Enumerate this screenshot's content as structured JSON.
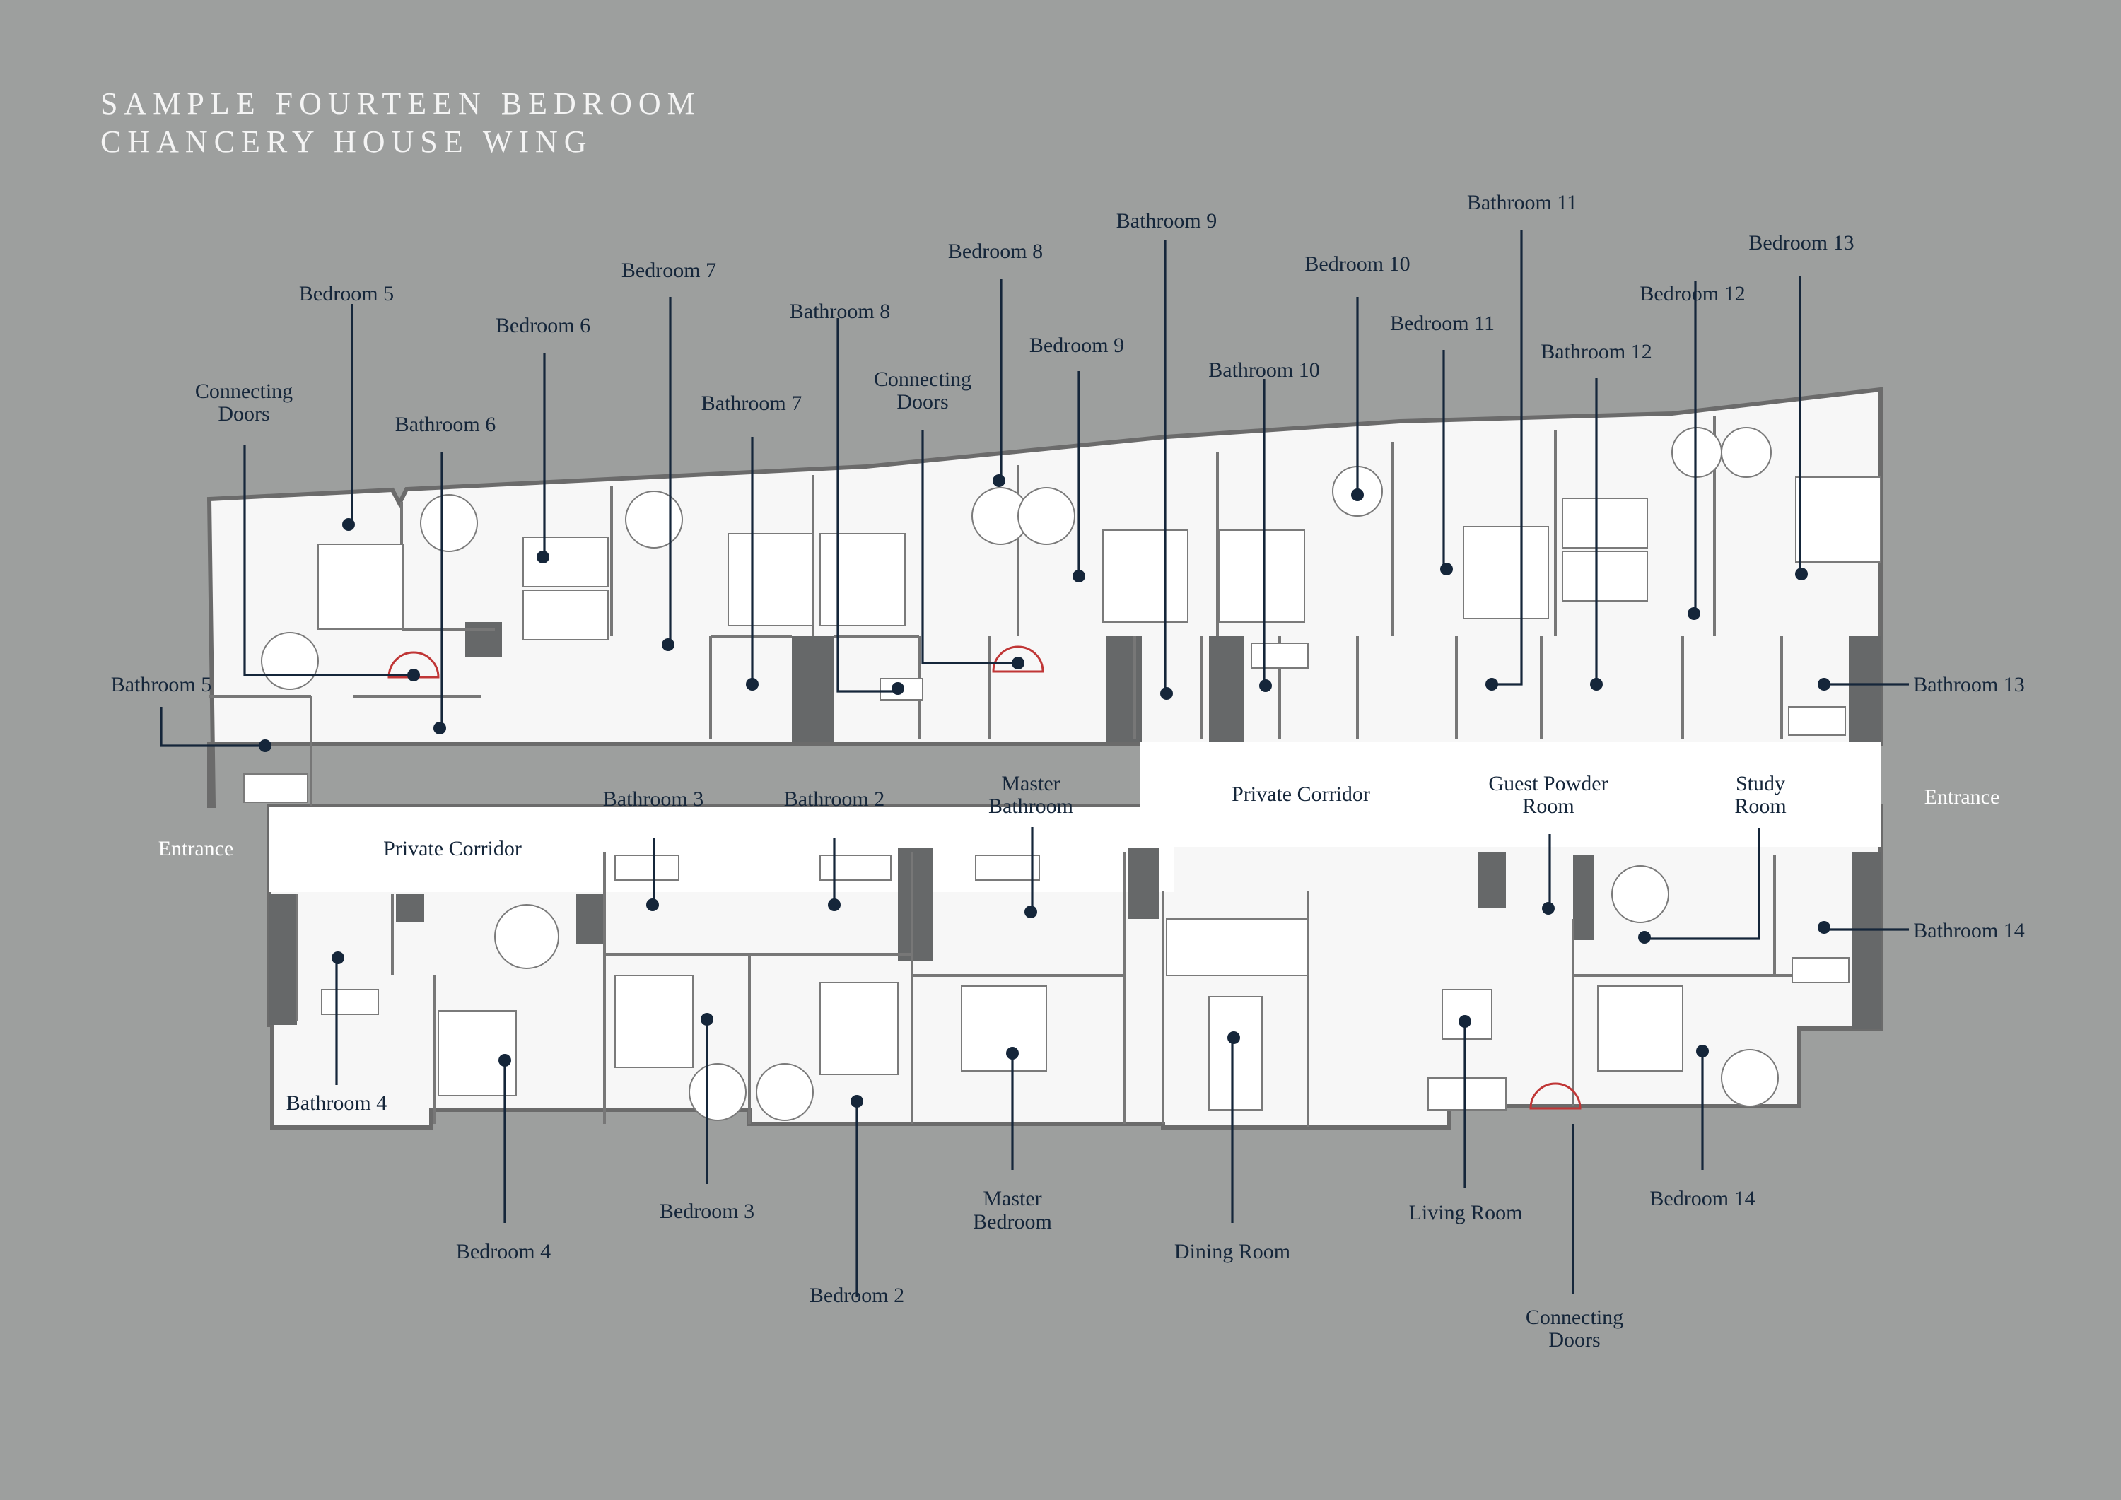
{
  "title": {
    "line1": "SAMPLE FOURTEEN BEDROOM",
    "line2": "CHANCERY HOUSE WING"
  },
  "labels": {
    "bedroom5": "Bedroom 5",
    "bedroom6": "Bedroom 6",
    "bedroom7": "Bedroom 7",
    "bathroom8": "Bathroom 8",
    "bedroom8": "Bedroom 8",
    "bathroom9": "Bathroom 9",
    "bedroom10": "Bedroom 10",
    "bathroom11": "Bathroom 11",
    "bedroom13": "Bedroom 13",
    "bedroom12": "Bedroom 12",
    "bedroom11": "Bedroom 11",
    "bathroom12": "Bathroom 12",
    "bathroom10": "Bathroom 10",
    "bedroom9": "Bedroom 9",
    "connecting_doors_1a": "Connecting",
    "connecting_doors_1b": "Doors",
    "connecting_doors_2a": "Connecting",
    "connecting_doors_2b": "Doors",
    "connecting_doors_3a": "Connecting",
    "connecting_doors_3b": "Doors",
    "bathroom6": "Bathroom 6",
    "bathroom7": "Bathroom 7",
    "bathroom5": "Bathroom 5",
    "bathroom13": "Bathroom 13",
    "entrance_left": "Entrance",
    "entrance_right": "Entrance",
    "private_corridor_left": "Private Corridor",
    "private_corridor_right": "Private Corridor",
    "bathroom3": "Bathroom 3",
    "bathroom2": "Bathroom 2",
    "master_bathroom_a": "Master",
    "master_bathroom_b": "Bathroom",
    "guest_powder_a": "Guest Powder",
    "guest_powder_b": "Room",
    "study_a": "Study",
    "study_b": "Room",
    "bathroom14": "Bathroom 14",
    "bathroom4": "Bathroom 4",
    "bedroom4": "Bedroom 4",
    "bedroom3": "Bedroom 3",
    "bedroom2": "Bedroom 2",
    "master_bedroom_a": "Master",
    "master_bedroom_b": "Bedroom",
    "dining_room": "Dining Room",
    "living_room": "Living Room",
    "bedroom14": "Bedroom 14"
  },
  "colors": {
    "background": "#9d9f9e",
    "label": "#15263a",
    "wall": "#6b6b6b",
    "door_arc": "#c03636"
  }
}
